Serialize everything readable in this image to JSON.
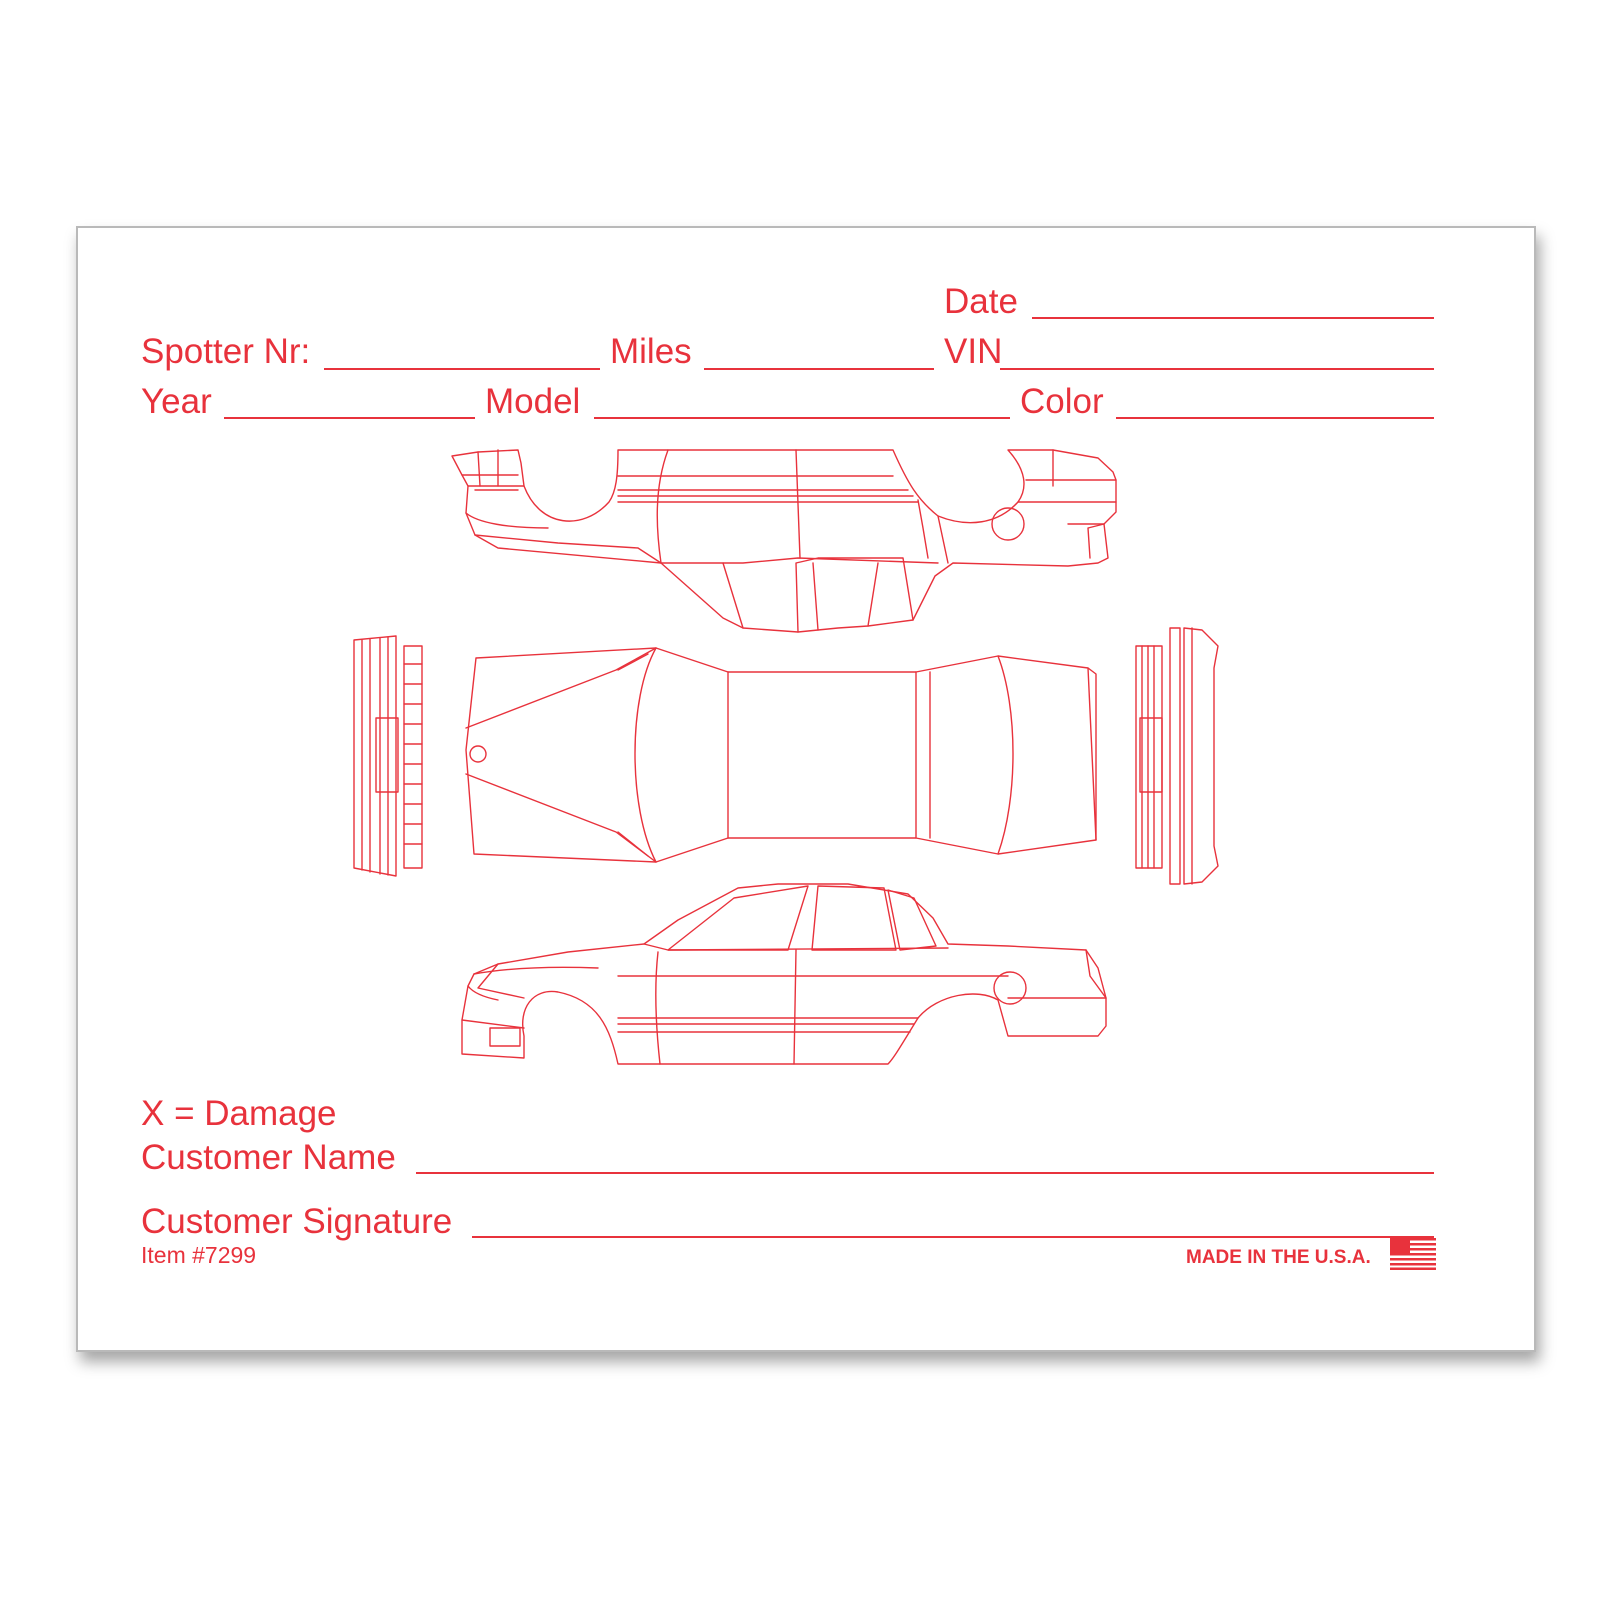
{
  "form": {
    "date_label": "Date",
    "spotter_label": "Spotter Nr:",
    "miles_label": "Miles",
    "vin_label": "VIN",
    "year_label": "Year",
    "model_label": "Model",
    "color_label": "Color",
    "damage_legend": "X = Damage",
    "customer_name_label": "Customer Name",
    "customer_signature_label": "Customer Signature",
    "item_number": "Item #7299",
    "made_in": "MADE IN THE U.S.A."
  },
  "colors": {
    "ink": "#e8323c",
    "card_border": "#b9b9b9",
    "background": "#ffffff"
  },
  "icons": {
    "flag": "usa-flag-icon",
    "diagram": "car-damage-diagram"
  }
}
